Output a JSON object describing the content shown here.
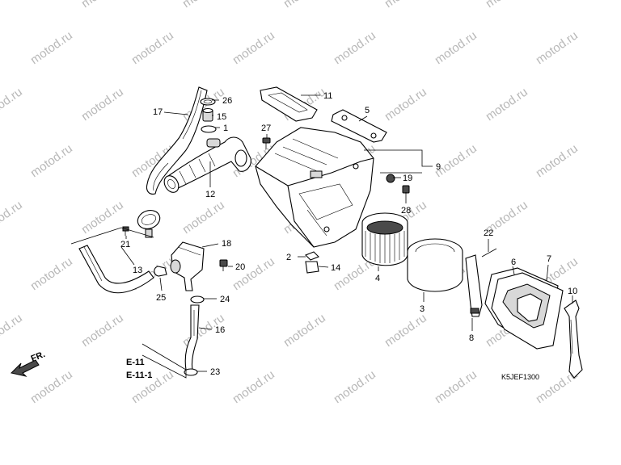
{
  "watermark": {
    "text": "motod.ru"
  },
  "diagram_code": "K5JEF1300",
  "refs": [
    "E-11",
    "E-11-1"
  ],
  "direction_label": "FR.",
  "callouts": [
    "1",
    "2",
    "3",
    "4",
    "5",
    "6",
    "7",
    "8",
    "9",
    "10",
    "11",
    "12",
    "13",
    "14",
    "15",
    "16",
    "17",
    "18",
    "19",
    "20",
    "21",
    "22",
    "23",
    "24",
    "25",
    "26",
    "27",
    "28"
  ]
}
